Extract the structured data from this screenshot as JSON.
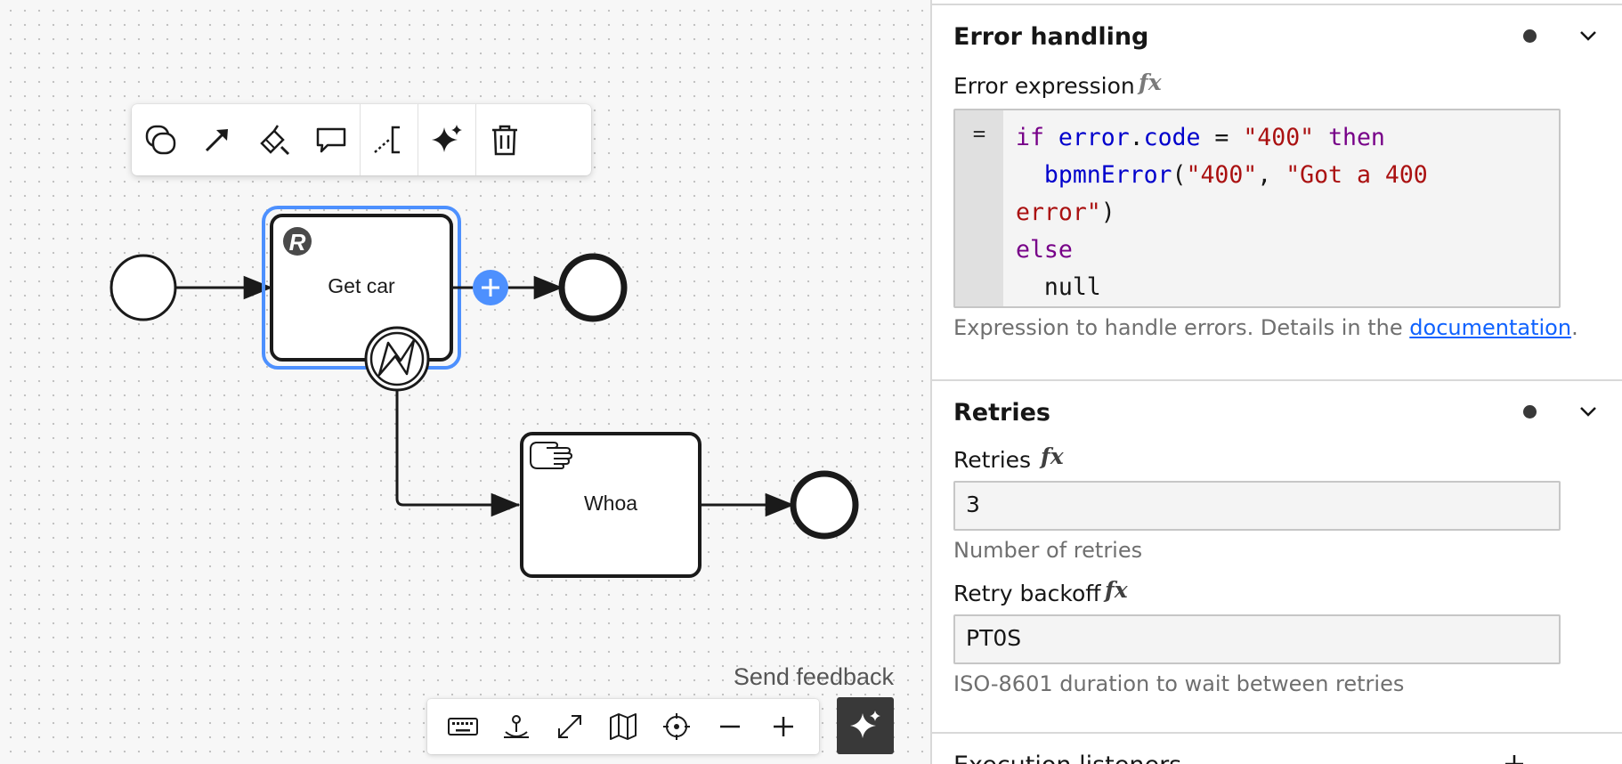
{
  "canvas": {
    "tasks": [
      {
        "label": "Get car",
        "type": "business-rule-task"
      },
      {
        "label": "Whoa",
        "type": "manual-task"
      }
    ],
    "context_pad": [
      "append-task",
      "connect",
      "change-color",
      "append-annotation",
      "append-text-annotation",
      "ai-suggest",
      "delete"
    ],
    "feedback_label": "Send feedback",
    "toolbar": [
      "keyboard-shortcuts",
      "reset-view",
      "fullscreen",
      "minimap",
      "focus",
      "zoom-out",
      "zoom-in"
    ],
    "selection_color": "#4d90fe",
    "append_color": "#4d90fe"
  },
  "panel": {
    "error_handling": {
      "title": "Error handling",
      "error_expression_label": "Error expression",
      "fx": "fx",
      "gutter": "=",
      "code": [
        [
          {
            "t": "if ",
            "c": "kw"
          },
          {
            "t": "error",
            "c": "var"
          },
          {
            "t": ".",
            "c": ""
          },
          {
            "t": "code",
            "c": "var"
          },
          {
            "t": " = ",
            "c": ""
          },
          {
            "t": "\"400\"",
            "c": "str"
          },
          {
            "t": " then",
            "c": "kw"
          }
        ],
        [
          {
            "t": "  ",
            "c": ""
          },
          {
            "t": "bpmnError",
            "c": "fn"
          },
          {
            "t": "(",
            "c": ""
          },
          {
            "t": "\"400\"",
            "c": "str"
          },
          {
            "t": ", ",
            "c": ""
          },
          {
            "t": "\"Got a 400",
            "c": "str"
          }
        ],
        [
          {
            "t": "error\"",
            "c": "str"
          },
          {
            "t": ")",
            "c": ""
          }
        ],
        [
          {
            "t": "else",
            "c": "kw"
          }
        ],
        [
          {
            "t": "  null",
            "c": ""
          }
        ]
      ],
      "description_prefix": "Expression to handle errors. Details in the ",
      "description_link": "documentation",
      "description_suffix": "."
    },
    "retries": {
      "title": "Retries",
      "retries_label": "Retries",
      "retries_value": "3",
      "retries_desc": "Number of retries",
      "backoff_label": "Retry backoff",
      "backoff_value": "PT0S",
      "backoff_desc": "ISO-8601 duration to wait between retries"
    },
    "execution_listeners": {
      "title": "Execution listeners"
    }
  }
}
